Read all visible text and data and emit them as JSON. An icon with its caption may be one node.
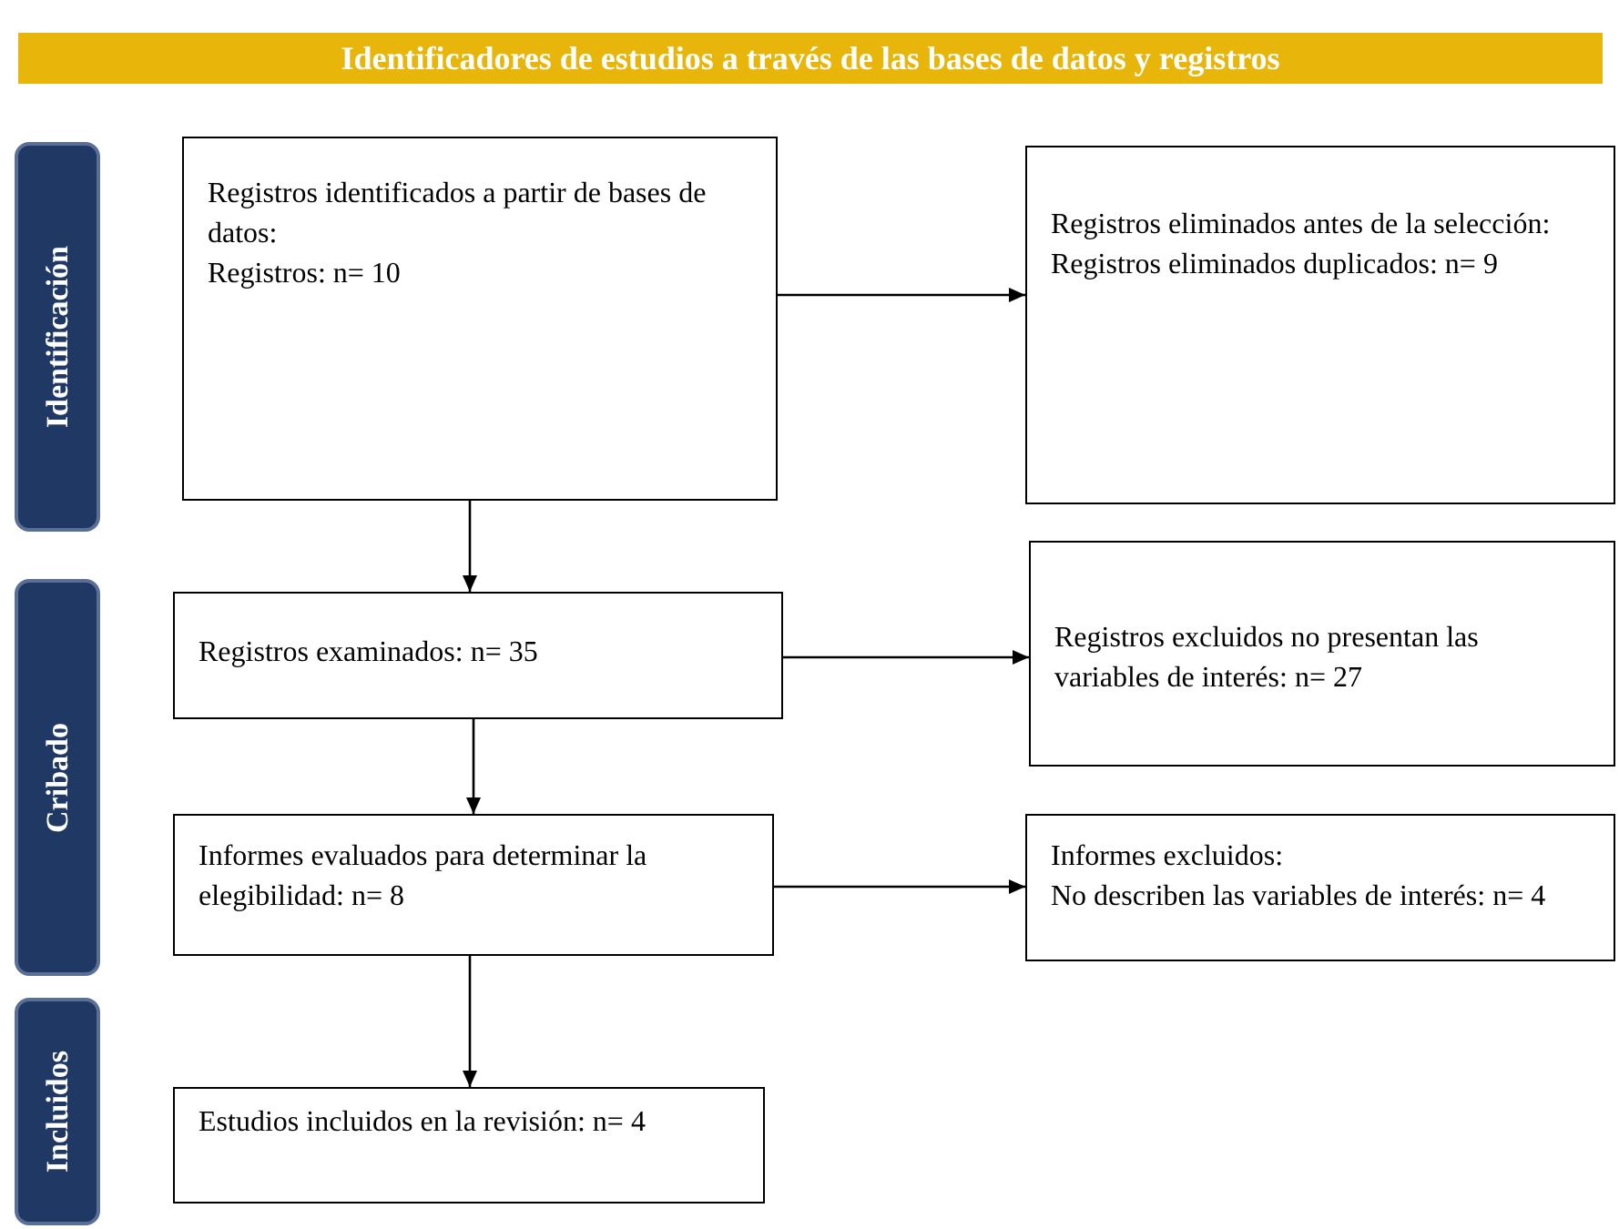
{
  "diagram": {
    "title": "Identificadores de estudios a través de las bases de datos y registros",
    "nodes": [
      {
        "text": [
          "Identificación"
        ]
      },
      {
        "text": [
          "Registros identificados a partir de bases de datos:",
          "Registros: n= 10"
        ]
      },
      {
        "text": [
          "Registros eliminados antes de la selección:",
          "Registros eliminados duplicados: n= 9"
        ]
      },
      {
        "text": [
          "Cribado"
        ]
      },
      {
        "text": [
          "Registros examinados: n= 35"
        ]
      },
      {
        "text": [
          "Registros excluidos no presentan las variables de interés: n= 27"
        ]
      },
      {
        "text": [
          "Informes evaluados para determinar la elegibilidad: n= 8"
        ]
      },
      {
        "text": [
          "Informes excluidos:",
          "No describen las variables de interés: n= 4"
        ]
      },
      {
        "text": [
          "Incluidos"
        ]
      },
      {
        "text": [
          "Estudios incluidos en la revisión: n= 4"
        ]
      }
    ],
    "edges": [
      {
        "from": 1,
        "to": 2,
        "arrow": "to"
      },
      {
        "from": 1,
        "to": 4,
        "arrow": "to"
      },
      {
        "from": 4,
        "to": 5,
        "arrow": "to"
      },
      {
        "from": 4,
        "to": 6,
        "arrow": "to"
      },
      {
        "from": 6,
        "to": 7,
        "arrow": "to"
      },
      {
        "from": 6,
        "to": 9,
        "arrow": "to"
      }
    ]
  }
}
